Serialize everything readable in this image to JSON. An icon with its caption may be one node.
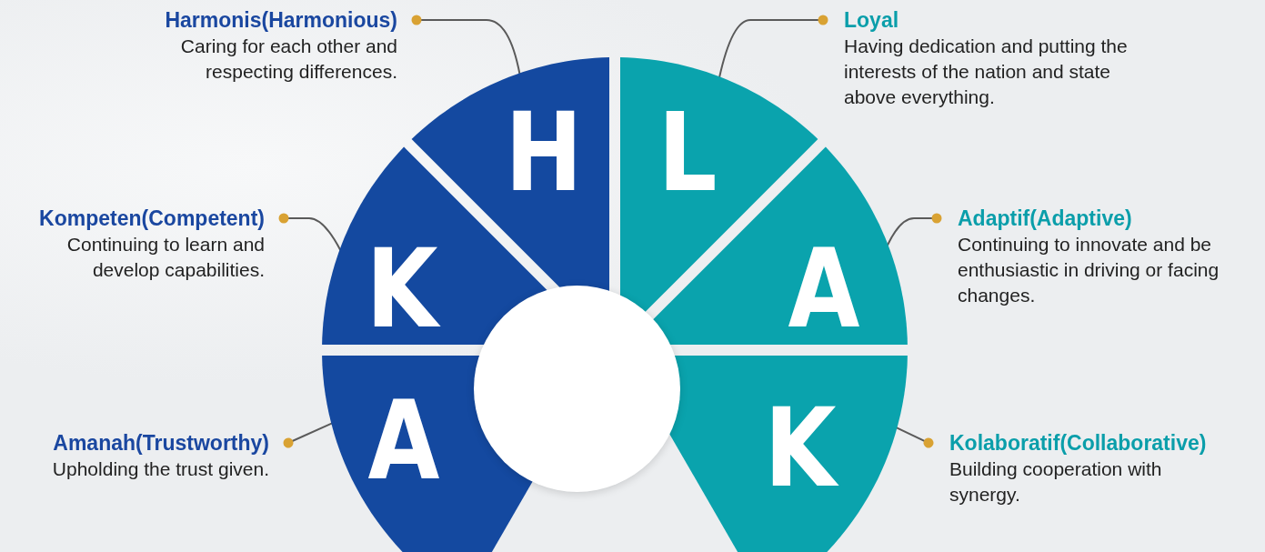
{
  "diagram": {
    "nodes": [
      {
        "text": [
          "Harmonis(Harmonious)",
          "Caring for each other and respecting differences."
        ]
      },
      {
        "text": [
          "Loyal",
          "Having dedication and putting the interests of the nation and state above everything."
        ]
      },
      {
        "text": [
          "Kompeten(Competent)",
          "Continuing to learn and develop capabilities."
        ]
      },
      {
        "text": [
          "Adaptif(Adaptive)",
          "Continuing to innovate and be enthusiastic in driving or facing changes."
        ]
      },
      {
        "text": [
          "Amanah(Trustworthy)",
          "Upholding the trust given."
        ]
      },
      {
        "text": [
          "Kolaboratif(Collaborative)",
          "Building cooperation with synergy."
        ]
      },
      {
        "text": [
          "H"
        ]
      },
      {
        "text": [
          "L"
        ]
      },
      {
        "text": [
          "K"
        ]
      },
      {
        "text": [
          "A"
        ]
      },
      {
        "text": [
          "A"
        ]
      },
      {
        "text": [
          "K"
        ]
      },
      {
        "text": [],
        "shape": "circle"
      }
    ],
    "edges": [
      {
        "from": 0,
        "to": 6,
        "arrow": "other"
      },
      {
        "from": 1,
        "to": 7,
        "arrow": "other"
      },
      {
        "from": 2,
        "to": 8,
        "arrow": "other"
      },
      {
        "from": 3,
        "to": 9,
        "arrow": "other"
      },
      {
        "from": 4,
        "to": 10,
        "arrow": "other"
      },
      {
        "from": 5,
        "to": 11,
        "arrow": "other"
      }
    ]
  }
}
